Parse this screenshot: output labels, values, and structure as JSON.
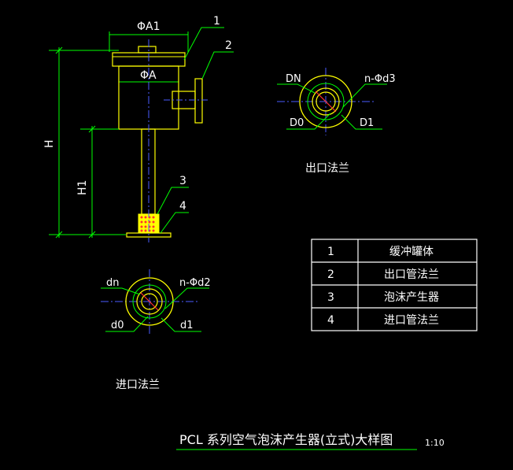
{
  "colors": {
    "background": "#000000",
    "outline": "#ffff00",
    "dimension": "#00ff00",
    "centerline": "#4a5cff",
    "leader": "#00ff00",
    "table_border": "#ffffff",
    "text": "#ffffff",
    "marker": "#ff3030"
  },
  "elevation": {
    "dim_phiA1": "ΦA1",
    "dim_phiA": "ΦA",
    "dim_H": "H",
    "dim_H1": "H1",
    "callout_1": "1",
    "callout_2": "2",
    "callout_3": "3",
    "callout_4": "4"
  },
  "outlet_flange": {
    "label_DN": "DN",
    "label_nphid3": "n-Φd3",
    "label_D0": "D0",
    "label_D1": "D1",
    "caption": "出口法兰"
  },
  "inlet_flange": {
    "label_dn": "dn",
    "label_nphid2": "n-Φd2",
    "label_d0": "d0",
    "label_d1": "d1",
    "caption": "进口法兰"
  },
  "parts_table": {
    "rows": [
      {
        "no": "1",
        "name": "缓冲罐体"
      },
      {
        "no": "2",
        "name": "出口管法兰"
      },
      {
        "no": "3",
        "name": "泡沫产生器"
      },
      {
        "no": "4",
        "name": "进口管法兰"
      }
    ]
  },
  "drawing_title": "PCL 系列空气泡沫产生器(立式)大样图",
  "scale": "1:10"
}
